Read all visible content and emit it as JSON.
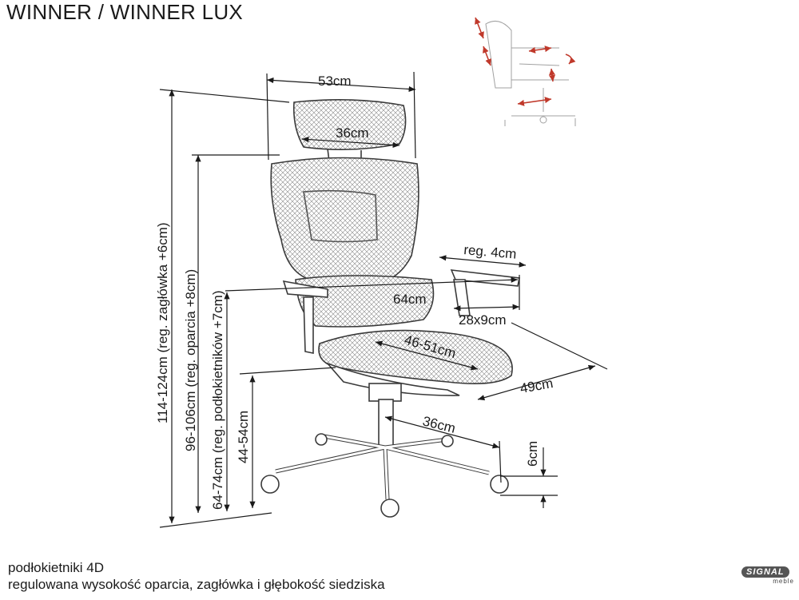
{
  "title": "WINNER / WINNER LUX",
  "dimensions": {
    "headrest_outer_width": "53cm",
    "headrest_inner_width": "36cm",
    "armrest_adjust": "reg. 4cm",
    "seat_width": "64cm",
    "armrest_size": "28x9cm",
    "seat_depth": "46-51cm",
    "overall_depth": "49cm",
    "base_radius": "36cm",
    "wheel_height": "6cm",
    "total_height": "114-124cm (reg. zagłówka +6cm)",
    "back_height": "96-106cm (reg. oparcia  +8cm)",
    "armrest_height": "64-74cm (reg. podłokietników +7cm)",
    "seat_height": "44-54cm"
  },
  "notes": {
    "line1": "podłokietniki 4D",
    "line2": "regulowana wysokość oparcia, zagłówka i głębokość siedziska"
  },
  "logo": {
    "brand": "SIGNAL",
    "sub": "meble"
  },
  "colors": {
    "lines": "#1a1a1a",
    "arrows_thumb": "#c0392b"
  }
}
